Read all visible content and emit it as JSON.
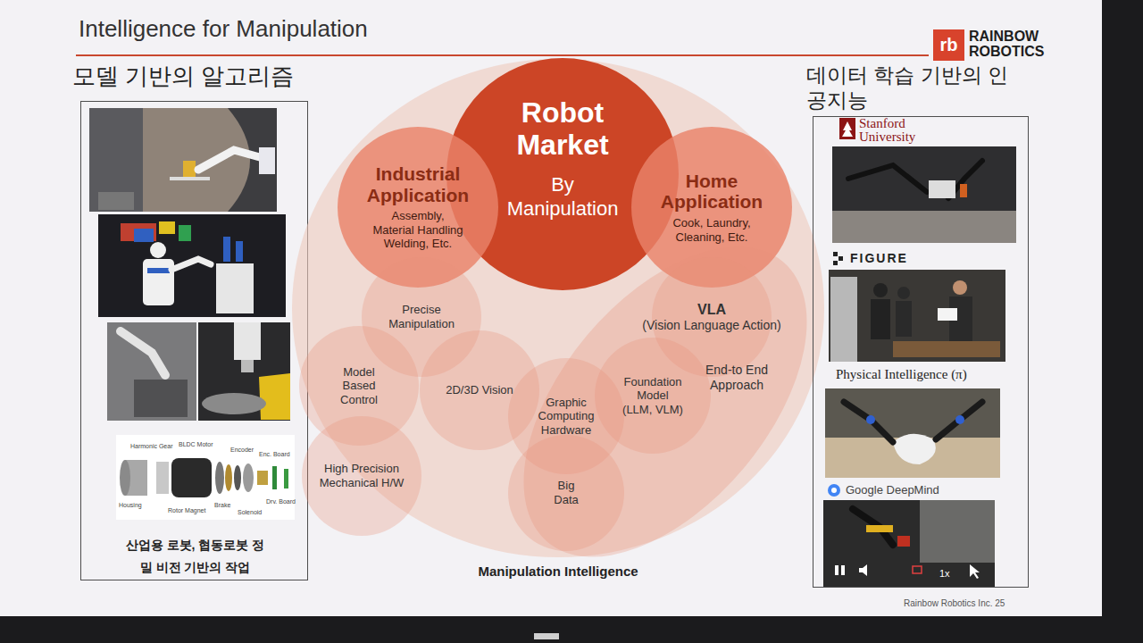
{
  "diagram": {
    "title": "Intelligence for Manipulation",
    "nodes": [
      {
        "text": [
          "모델 기반의 알고리즘",
          "산업용 로봇, 협동로봇 정밀 비전 기반의 작업"
        ]
      },
      {
        "text": [
          "Manipulation Intelligence"
        ]
      },
      {
        "text": [
          "Robot Market",
          "By Manipulation"
        ],
        "in": 1
      },
      {
        "text": [
          "Industrial Application",
          "Assembly, Material Handling Welding, Etc."
        ],
        "in": 1
      },
      {
        "text": [
          "Home Application",
          "Cook, Laundry, Cleaning, Etc."
        ],
        "in": 1
      },
      {
        "text": [
          "Precise Manipulation"
        ],
        "in": 1
      },
      {
        "text": [
          "Model Based Control"
        ],
        "in": 1
      },
      {
        "text": [
          "2D/3D Vision"
        ],
        "in": 1
      },
      {
        "text": [
          "High Precision Mechanical H/W"
        ],
        "in": 1
      },
      {
        "text": [
          "End-to End Approach"
        ],
        "in": 1
      },
      {
        "text": [
          "VLA",
          "(Vision Language Action)"
        ],
        "in": 9
      },
      {
        "text": [
          "Foundation Model",
          "(LLM, VLM)"
        ],
        "in": 9
      },
      {
        "text": [
          "Graphic Computing Hardware"
        ],
        "in": 9
      },
      {
        "text": [
          "Big Data"
        ],
        "in": 9
      },
      {
        "text": [
          "데이터 학습 기반의 인공지능"
        ]
      }
    ],
    "labels": [
      "rb",
      "RAINBOW ROBOTICS",
      "Harmonic Gear",
      "BLDC Motor",
      "Encoder",
      "Enc. Board",
      "Housing",
      "Rotor Magnet",
      "Brake",
      "Solenoid",
      "Drv. Board",
      "Stanford University",
      "FIGURE",
      "Physical Intelligence (π)",
      "Google DeepMind",
      "1x",
      "Rainbow Robotics Inc. 25"
    ]
  }
}
